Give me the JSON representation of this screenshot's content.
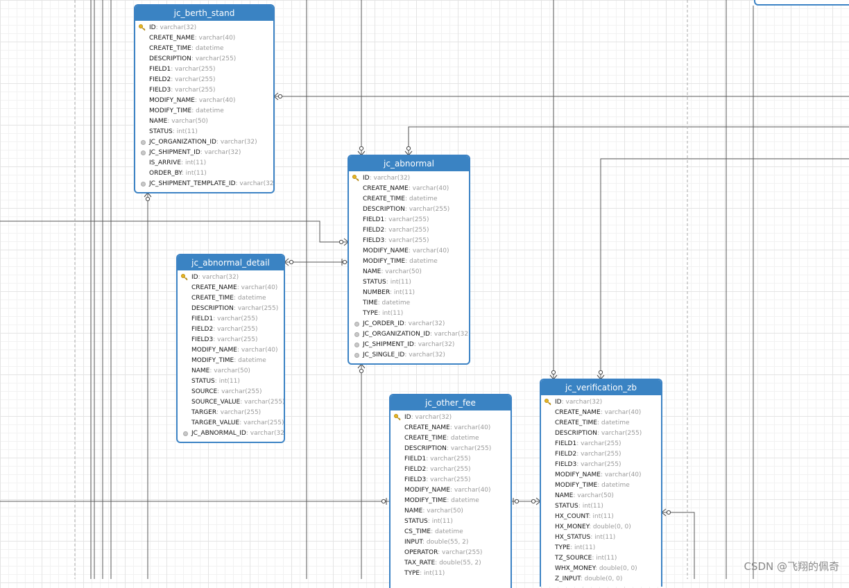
{
  "watermark": "CSDN @飞翔的佩奇",
  "entities": [
    {
      "id": "berth_stand",
      "name": "jc_berth_stand",
      "fields": [
        {
          "name": "ID",
          "type": "varchar(32)",
          "key": "pk"
        },
        {
          "name": "CREATE_NAME",
          "type": "varchar(40)"
        },
        {
          "name": "CREATE_TIME",
          "type": "datetime"
        },
        {
          "name": "DESCRIPTION",
          "type": "varchar(255)"
        },
        {
          "name": "FIELD1",
          "type": "varchar(255)"
        },
        {
          "name": "FIELD2",
          "type": "varchar(255)"
        },
        {
          "name": "FIELD3",
          "type": "varchar(255)"
        },
        {
          "name": "MODIFY_NAME",
          "type": "varchar(40)"
        },
        {
          "name": "MODIFY_TIME",
          "type": "datetime"
        },
        {
          "name": "NAME",
          "type": "varchar(50)"
        },
        {
          "name": "STATUS",
          "type": "int(11)"
        },
        {
          "name": "JC_ORGANIZATION_ID",
          "type": "varchar(32)",
          "key": "fk"
        },
        {
          "name": "JC_SHIPMENT_ID",
          "type": "varchar(32)",
          "key": "fk"
        },
        {
          "name": "IS_ARRIVE",
          "type": "int(11)"
        },
        {
          "name": "ORDER_BY",
          "type": "int(11)"
        },
        {
          "name": "JC_SHIPMENT_TEMPLATE_ID",
          "type": "varchar(32)",
          "key": "fk"
        }
      ]
    },
    {
      "id": "abnormal",
      "name": "jc_abnormal",
      "fields": [
        {
          "name": "ID",
          "type": "varchar(32)",
          "key": "pk"
        },
        {
          "name": "CREATE_NAME",
          "type": "varchar(40)"
        },
        {
          "name": "CREATE_TIME",
          "type": "datetime"
        },
        {
          "name": "DESCRIPTION",
          "type": "varchar(255)"
        },
        {
          "name": "FIELD1",
          "type": "varchar(255)"
        },
        {
          "name": "FIELD2",
          "type": "varchar(255)"
        },
        {
          "name": "FIELD3",
          "type": "varchar(255)"
        },
        {
          "name": "MODIFY_NAME",
          "type": "varchar(40)"
        },
        {
          "name": "MODIFY_TIME",
          "type": "datetime"
        },
        {
          "name": "NAME",
          "type": "varchar(50)"
        },
        {
          "name": "STATUS",
          "type": "int(11)"
        },
        {
          "name": "NUMBER",
          "type": "int(11)"
        },
        {
          "name": "TIME",
          "type": "datetime"
        },
        {
          "name": "TYPE",
          "type": "int(11)"
        },
        {
          "name": "JC_ORDER_ID",
          "type": "varchar(32)",
          "key": "fk"
        },
        {
          "name": "JC_ORGANIZATION_ID",
          "type": "varchar(32)",
          "key": "fk"
        },
        {
          "name": "JC_SHIPMENT_ID",
          "type": "varchar(32)",
          "key": "fk"
        },
        {
          "name": "JC_SINGLE_ID",
          "type": "varchar(32)",
          "key": "fk"
        }
      ]
    },
    {
      "id": "abnormal_detail",
      "name": "jc_abnormal_detail",
      "fields": [
        {
          "name": "ID",
          "type": "varchar(32)",
          "key": "pk"
        },
        {
          "name": "CREATE_NAME",
          "type": "varchar(40)"
        },
        {
          "name": "CREATE_TIME",
          "type": "datetime"
        },
        {
          "name": "DESCRIPTION",
          "type": "varchar(255)"
        },
        {
          "name": "FIELD1",
          "type": "varchar(255)"
        },
        {
          "name": "FIELD2",
          "type": "varchar(255)"
        },
        {
          "name": "FIELD3",
          "type": "varchar(255)"
        },
        {
          "name": "MODIFY_NAME",
          "type": "varchar(40)"
        },
        {
          "name": "MODIFY_TIME",
          "type": "datetime"
        },
        {
          "name": "NAME",
          "type": "varchar(50)"
        },
        {
          "name": "STATUS",
          "type": "int(11)"
        },
        {
          "name": "SOURCE",
          "type": "varchar(255)"
        },
        {
          "name": "SOURCE_VALUE",
          "type": "varchar(255)"
        },
        {
          "name": "TARGER",
          "type": "varchar(255)"
        },
        {
          "name": "TARGER_VALUE",
          "type": "varchar(255)"
        },
        {
          "name": "JC_ABNORMAL_ID",
          "type": "varchar(32)",
          "key": "fk"
        }
      ]
    },
    {
      "id": "other_fee",
      "name": "jc_other_fee",
      "fields": [
        {
          "name": "ID",
          "type": "varchar(32)",
          "key": "pk"
        },
        {
          "name": "CREATE_NAME",
          "type": "varchar(40)"
        },
        {
          "name": "CREATE_TIME",
          "type": "datetime"
        },
        {
          "name": "DESCRIPTION",
          "type": "varchar(255)"
        },
        {
          "name": "FIELD1",
          "type": "varchar(255)"
        },
        {
          "name": "FIELD2",
          "type": "varchar(255)"
        },
        {
          "name": "FIELD3",
          "type": "varchar(255)"
        },
        {
          "name": "MODIFY_NAME",
          "type": "varchar(40)"
        },
        {
          "name": "MODIFY_TIME",
          "type": "datetime"
        },
        {
          "name": "NAME",
          "type": "varchar(50)"
        },
        {
          "name": "STATUS",
          "type": "int(11)"
        },
        {
          "name": "CS_TIME",
          "type": "datetime"
        },
        {
          "name": "INPUT",
          "type": "double(55, 2)"
        },
        {
          "name": "OPERATOR",
          "type": "varchar(255)"
        },
        {
          "name": "TAX_RATE",
          "type": "double(55, 2)"
        },
        {
          "name": "TYPE",
          "type": "int(11)"
        }
      ]
    },
    {
      "id": "verification_zb",
      "name": "jc_verification_zb",
      "fields": [
        {
          "name": "ID",
          "type": "varchar(32)",
          "key": "pk"
        },
        {
          "name": "CREATE_NAME",
          "type": "varchar(40)"
        },
        {
          "name": "CREATE_TIME",
          "type": "datetime"
        },
        {
          "name": "DESCRIPTION",
          "type": "varchar(255)"
        },
        {
          "name": "FIELD1",
          "type": "varchar(255)"
        },
        {
          "name": "FIELD2",
          "type": "varchar(255)"
        },
        {
          "name": "FIELD3",
          "type": "varchar(255)"
        },
        {
          "name": "MODIFY_NAME",
          "type": "varchar(40)"
        },
        {
          "name": "MODIFY_TIME",
          "type": "datetime"
        },
        {
          "name": "NAME",
          "type": "varchar(50)"
        },
        {
          "name": "STATUS",
          "type": "int(11)"
        },
        {
          "name": "HX_COUNT",
          "type": "int(11)"
        },
        {
          "name": "HX_MONEY",
          "type": "double(0, 0)"
        },
        {
          "name": "HX_STATUS",
          "type": "int(11)"
        },
        {
          "name": "TYPE",
          "type": "int(11)"
        },
        {
          "name": "TZ_SOURCE",
          "type": "int(11)"
        },
        {
          "name": "WHX_MONEY",
          "type": "double(0, 0)"
        },
        {
          "name": "Z_INPUT",
          "type": "double(0, 0)"
        }
      ]
    }
  ]
}
